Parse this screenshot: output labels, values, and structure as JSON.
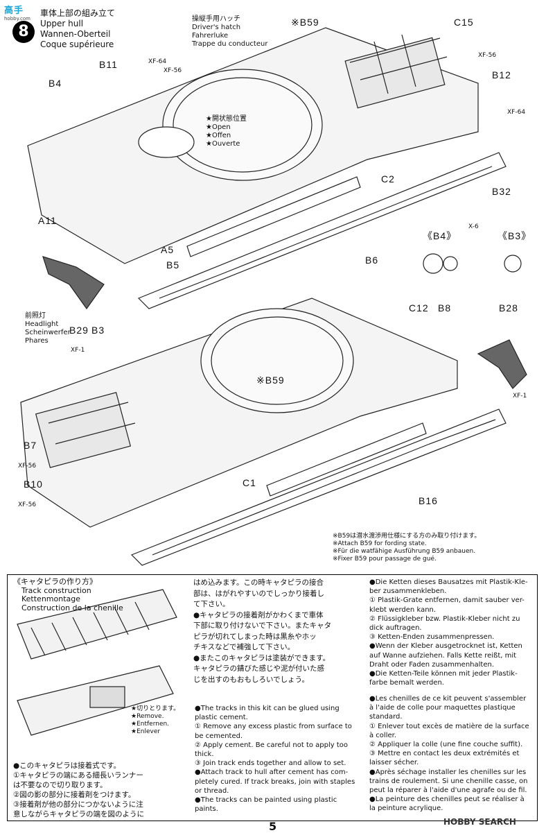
{
  "watermark_top": {
    "main": "高手",
    "sub": "hobby.com"
  },
  "watermark_bottom": "HOBBY SEARCH",
  "step": {
    "number": "8",
    "title_jp": "車体上部の組み立て",
    "title_en": "Upper hull",
    "title_de": "Wannen-Oberteil",
    "title_fr": "Coque supérieure"
  },
  "hatch_note": {
    "jp": "操縦手用ハッチ",
    "en": "Driver's hatch",
    "de": "Fahrerluke",
    "fr": "Trappe du conducteur"
  },
  "open_note": {
    "jp": "★開状態位置",
    "en": "★Open",
    "de": "★Offen",
    "fr": "★Ouverte"
  },
  "headlight_note": {
    "jp": "前照灯",
    "en": "Headlight",
    "de": "Scheinwerfer",
    "fr": "Phares"
  },
  "parts_labels": {
    "b59_top": "※B59",
    "c15": "C15",
    "b11": "B11",
    "b4": "B4",
    "b12": "B12",
    "c2": "C2",
    "b32": "B32",
    "a11": "A11",
    "a5": "A5",
    "b5": "B5",
    "b3": "B3",
    "b29": "B29",
    "b6": "B6",
    "c12": "C12",
    "b8": "B8",
    "b28": "B28",
    "b59_bottom": "※B59",
    "b7": "B7",
    "b10": "B10",
    "c1": "C1",
    "b16": "B16",
    "b4_detail": "《B4》",
    "b3_detail": "《B3》",
    "x6": "X-6"
  },
  "paint_labels": {
    "xf64_a": "XF-64",
    "xf56_a": "XF-56",
    "xf56_b": "XF-56",
    "xf64_b": "XF-64",
    "xf1_a": "XF-1",
    "xf1_b": "XF-1",
    "xf56_c": "XF-56",
    "xf56_d": "XF-56"
  },
  "b59_note": [
    "※B59は潜水渡渉用仕様にする方のみ取り付けます。",
    "※Attach B59 for fording state.",
    "※Für die watfähige Ausführung B59 anbauen.",
    "※Fixer B59 pour passage de gué."
  ],
  "track_panel": {
    "title_jp": "《キャタピラの作り方》",
    "title_en": "Track construction",
    "title_de": "Kettenmontage",
    "title_fr": "Construction de la chenille",
    "remove": {
      "jp": "★切りとります。",
      "en": "★Remove.",
      "de": "★Entfernen.",
      "fr": "★Enlever"
    },
    "jp_left": [
      "●このキャタピラは接着式です。",
      "①キャタピラの端にある細長いランナー",
      "は不要なので切り取ります。",
      "②図の影の部分に接着剤をつけます。",
      "③接着剤が他の部分につかないように注",
      "意しながらキャタピラの端を図のように"
    ],
    "jp_mid": [
      "はめ込みます。この時キャタピラの接合",
      "部は、はがれやすいのでしっかり接着し",
      "て下さい。",
      "●キャタピラの接着剤がかわくまで車体",
      "下部に取り付けないで下さい。またキャタ",
      "ピラが切れてしまった時は黒糸やホッ",
      "チキスなどで補強して下さい。",
      "●またこのキャタピラは塗装ができます。",
      "キャタピラの錆びた感じや泥が付いた感",
      "じを出すのもおもしろいでしょう。"
    ],
    "en": [
      "●The tracks in this kit can be glued using",
      "plastic cement.",
      "① Remove any excess plastic from surface to",
      "be cemented.",
      "② Apply cement. Be careful not to apply too",
      "thick.",
      "③ Join track ends together and allow to set.",
      "●Attach track to hull after cement has com-",
      "pletely cured. If track breaks, join with staples",
      "or thread.",
      "●The tracks can be painted using plastic",
      "paints."
    ],
    "de": [
      "●Die Ketten dieses Bausatzes mit Plastik-Kle-",
      "ber zusammenkleben.",
      "① Plastik-Grate entfernen, damit sauber ver-",
      "klebt werden kann.",
      "② Flüssigkleber bzw. Plastik-Kleber nicht zu",
      "dick auftragen.",
      "③ Ketten-Enden zusammenpressen.",
      "●Wenn der Kleber ausgetrocknet ist, Ketten",
      "auf Wanne aufziehen. Falls Kette reißt, mit",
      "Draht oder Faden zusammenhalten.",
      "●Die Ketten-Teile können mit jeder Plastik-",
      "farbe bemalt werden."
    ],
    "fr": [
      "●Les chenilles de ce kit peuvent s'assembler",
      "à l'aide de colle pour maquettes plastique",
      "standard.",
      "① Enlever tout excès de matière de la surface",
      "à coller.",
      "② Appliquer la colle (une fine couche suffit).",
      "③ Mettre en contact les deux extrémités et",
      "laisser sécher.",
      "●Après séchage installer les chenilles sur les",
      "trains de roulement. Si une chenille casse, on",
      "peut la réparer à l'aide d'une agrafe ou de fil.",
      "●La peinture des chenilles peut se réaliser à",
      "la peinture acrylique."
    ]
  },
  "page_number": "5"
}
